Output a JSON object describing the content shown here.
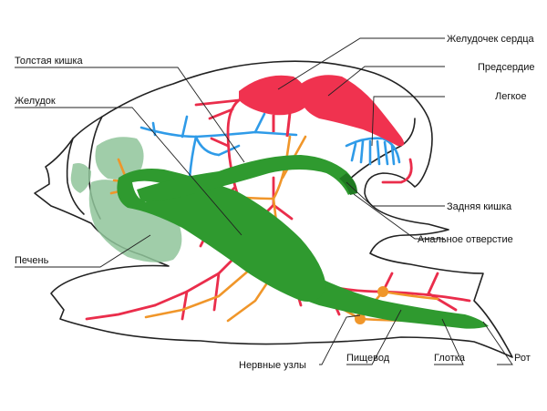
{
  "labels": {
    "heart_ventricle": "Желудочек сердца",
    "atrium": "Предсердие",
    "lung": "Легкое",
    "large_intestine": "Толстая кишка",
    "stomach": "Желудок",
    "hindgut": "Задняя кишка",
    "anal_opening": "Анальное отверстие",
    "liver": "Печень",
    "nerve_ganglia": "Нервные узлы",
    "esophagus": "Пищевод",
    "pharynx": "Глотка",
    "mouth": "Рот"
  },
  "colors": {
    "circulatory": "#ea2d4b",
    "heart": "#f0324f",
    "lung_vessels": "#2f9be8",
    "digestive": "#2f9a2f",
    "digestive_dark": "#1f7a21",
    "nervous": "#f0962a",
    "liver": "#8fc49a",
    "outline": "#222222"
  }
}
